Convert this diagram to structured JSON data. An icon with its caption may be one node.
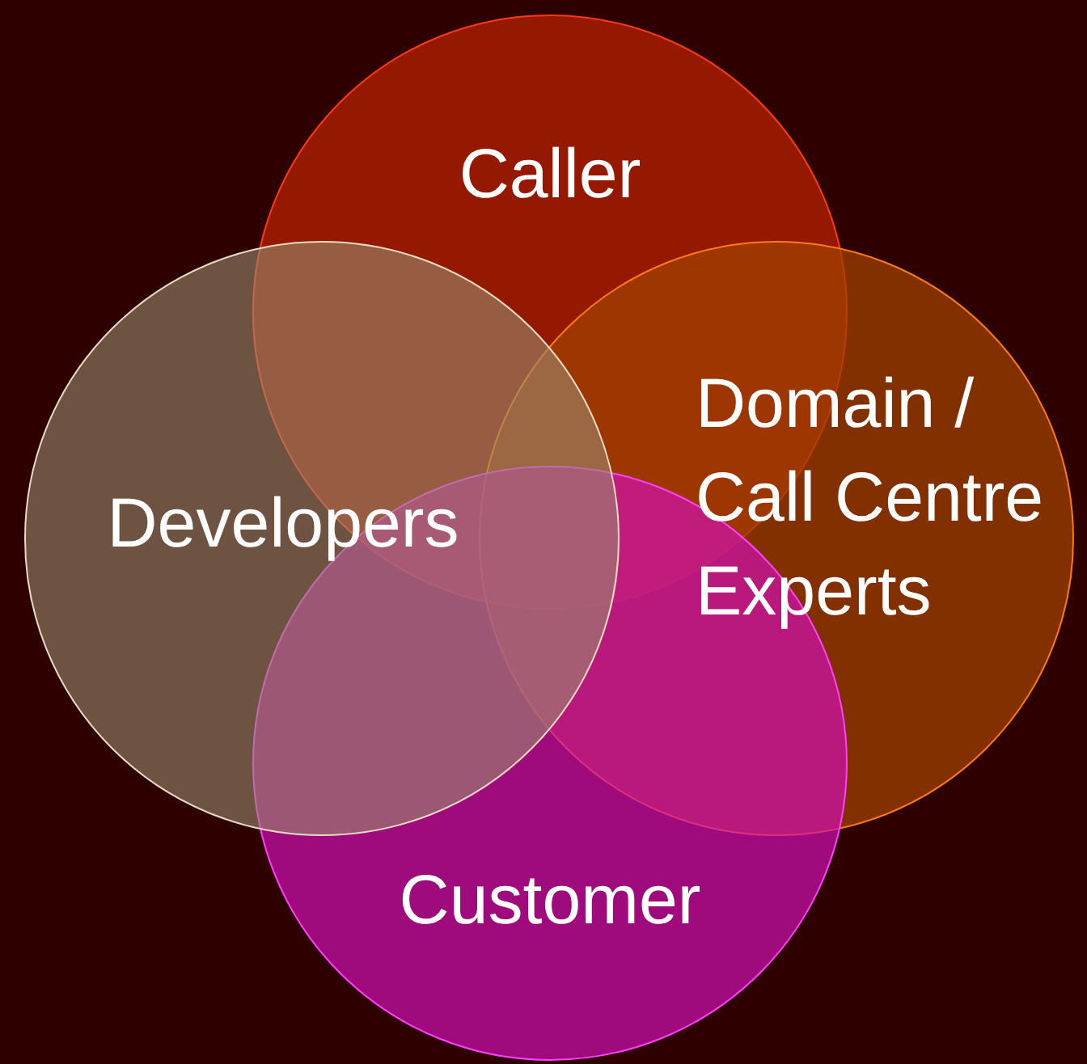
{
  "diagram": {
    "nodes": [
      {
        "text": [
          "Caller"
        ]
      },
      {
        "text": [
          "Developers"
        ]
      },
      {
        "text": [
          "Domain / Call Centre Experts"
        ]
      },
      {
        "text": [
          "Customer"
        ]
      }
    ]
  }
}
